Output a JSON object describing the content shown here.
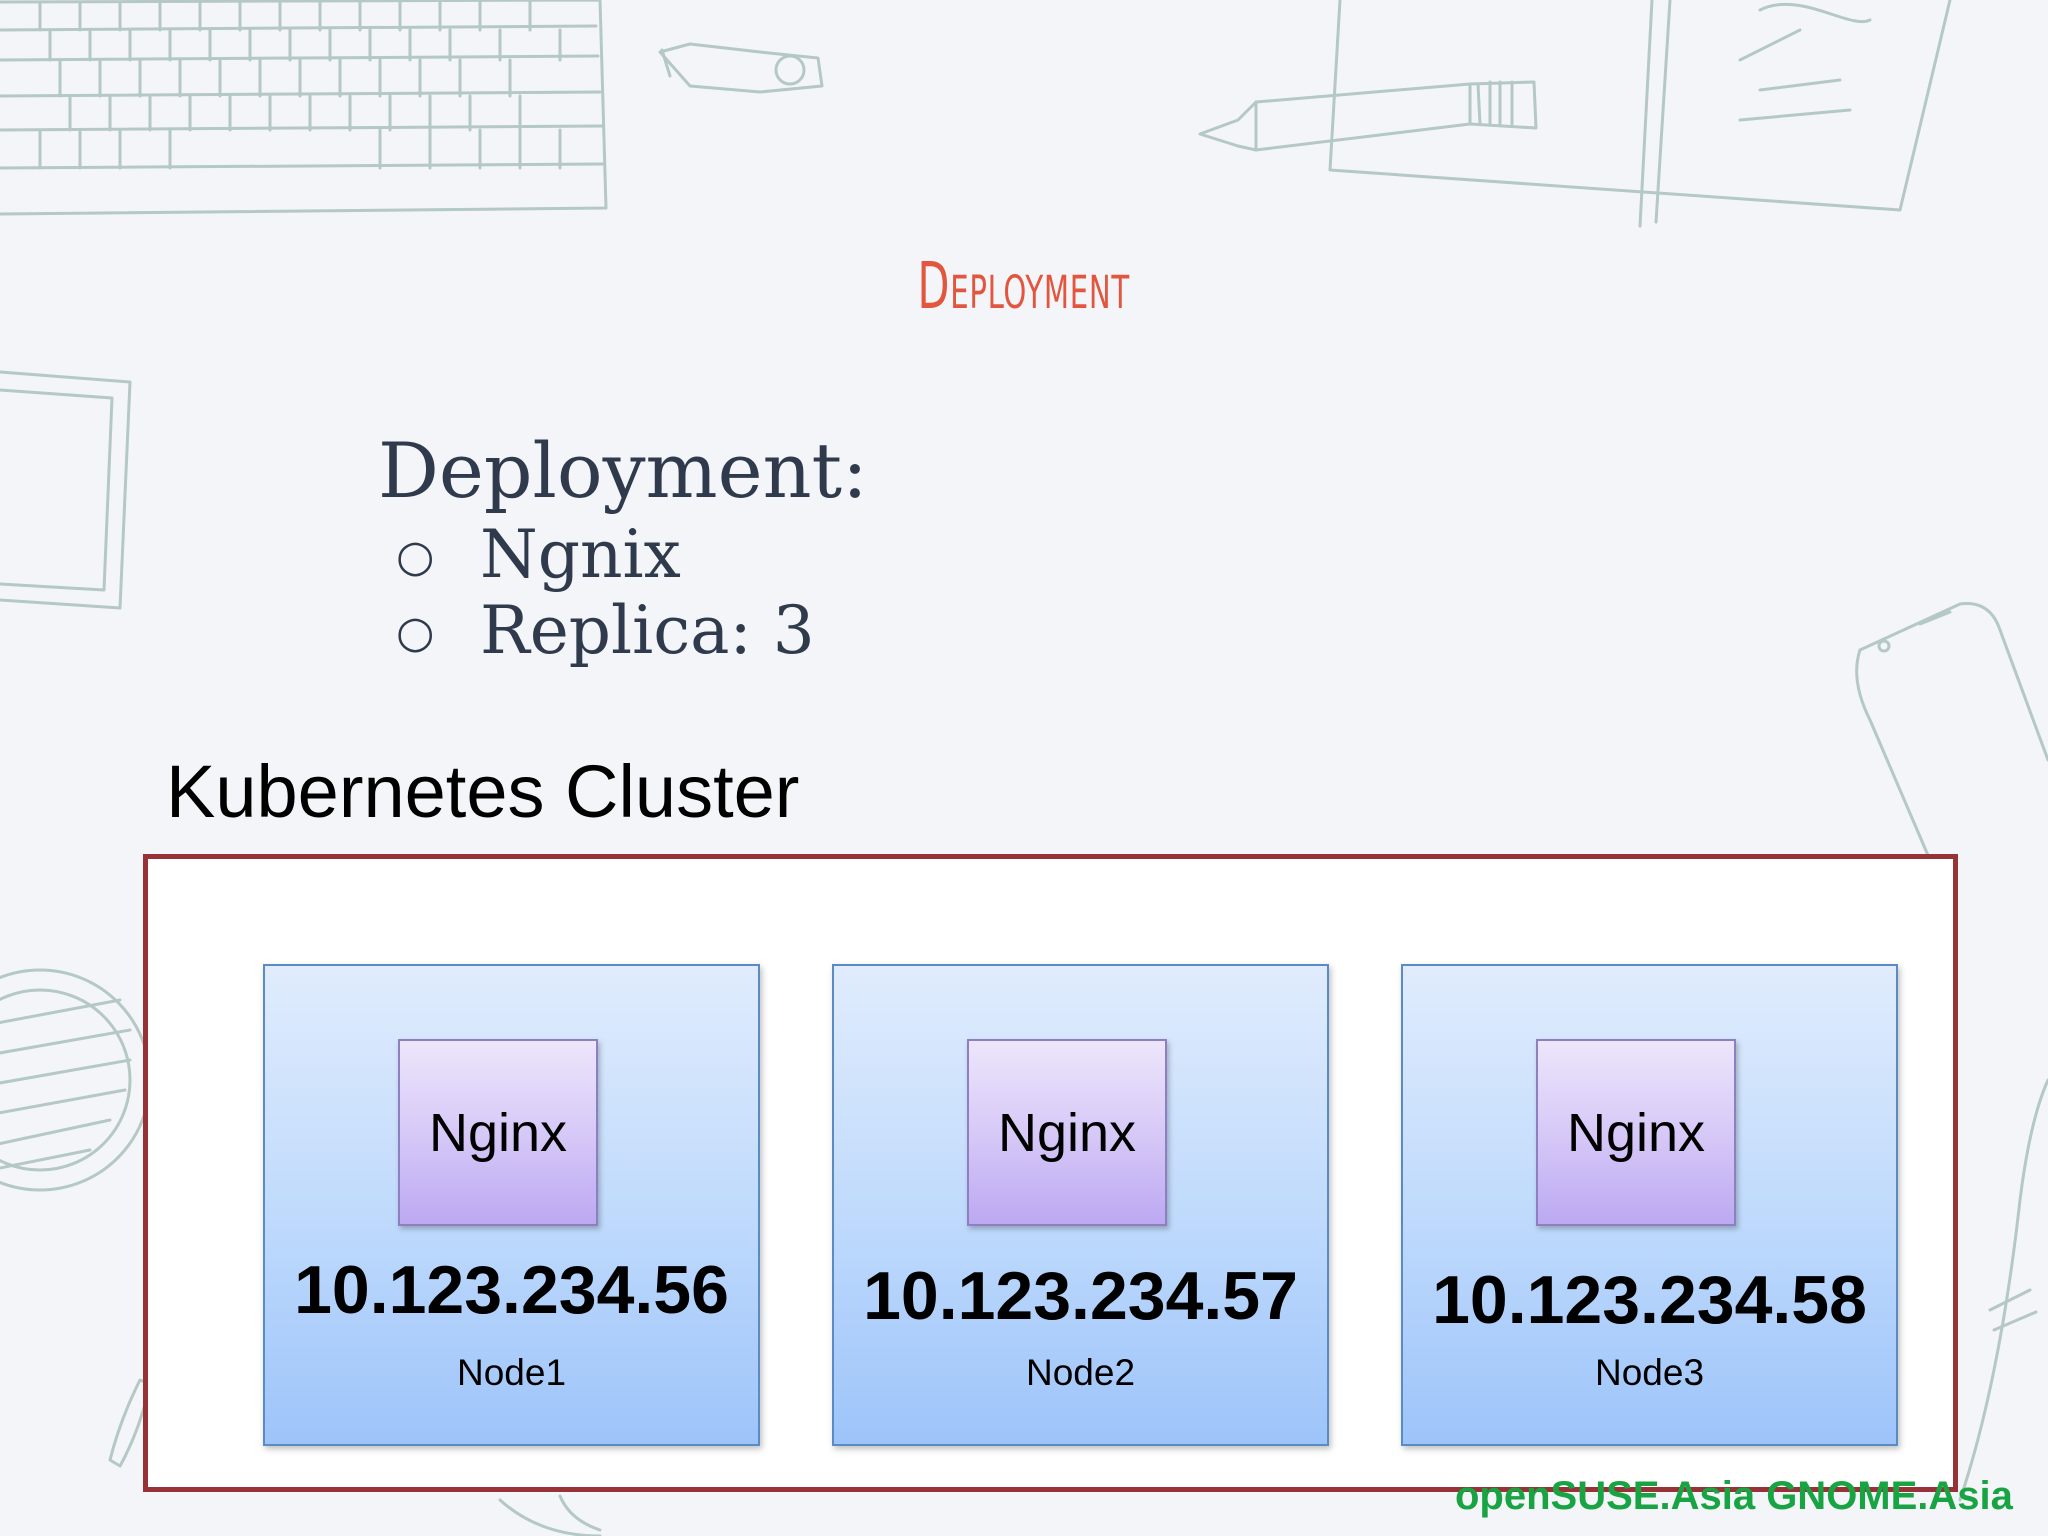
{
  "slide": {
    "title": "Deployment",
    "spec": {
      "heading": "Deployment:",
      "items": [
        "Ngnix",
        "Replica: 3"
      ],
      "bullet": "○"
    },
    "cluster_label": "Kubernetes Cluster",
    "nodes": [
      {
        "pod": "Nginx",
        "ip": "10.123.234.56",
        "name": "Node1"
      },
      {
        "pod": "Nginx",
        "ip": "10.123.234.57",
        "name": "Node2"
      },
      {
        "pod": "Nginx",
        "ip": "10.123.234.58",
        "name": "Node3"
      }
    ],
    "footer": "openSUSE.Asia GNOME.Asia"
  },
  "colors": {
    "title": "#e2563f",
    "cluster_border": "#973237",
    "node_fill": "#b9d5fb",
    "pod_fill": "#d7c9f7",
    "footer": "#19a443",
    "sketch": "#b4c8c4"
  }
}
